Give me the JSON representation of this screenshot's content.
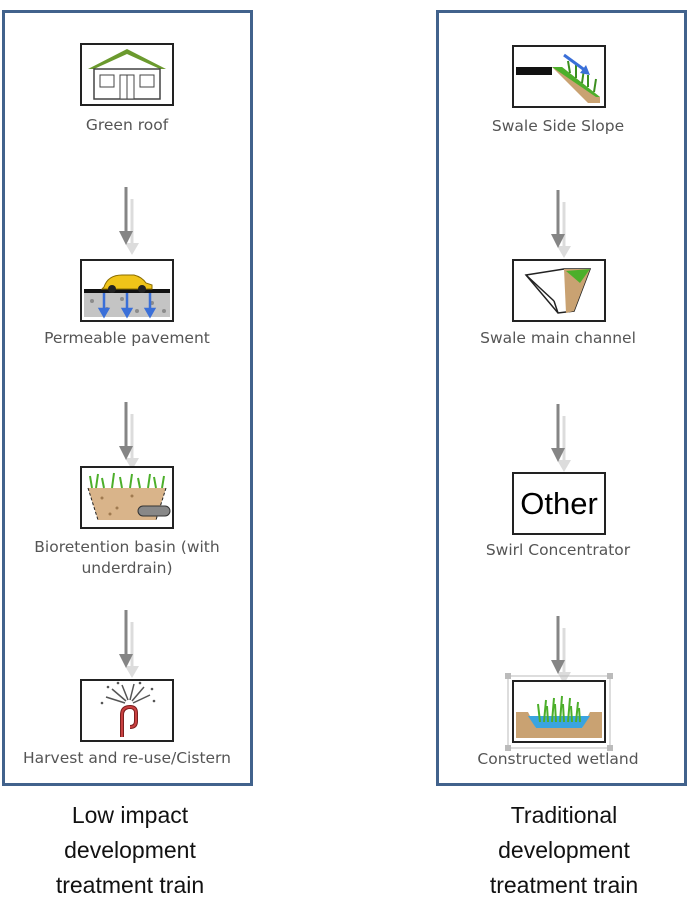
{
  "left_panel": {
    "nodes": [
      {
        "label": "Green roof",
        "icon": "green-roof-icon"
      },
      {
        "label": "Permeable pavement",
        "icon": "permeable-pavement-icon"
      },
      {
        "label_lines": [
          "Bioretention basin (with",
          "underdrain)"
        ],
        "icon": "bioretention-basin-icon"
      },
      {
        "label": "Harvest and re-use/Cistern",
        "icon": "cistern-icon"
      }
    ],
    "caption_lines": [
      "Low impact",
      "development",
      "treatment train"
    ]
  },
  "right_panel": {
    "nodes": [
      {
        "label": "Swale Side Slope",
        "icon": "swale-side-slope-icon"
      },
      {
        "label": "Swale main channel",
        "icon": "swale-channel-icon"
      },
      {
        "label": "Swirl Concentrator",
        "icon": "other-icon",
        "icon_text": "Other"
      },
      {
        "label": "Constructed wetland",
        "icon": "wetland-icon"
      }
    ],
    "caption_lines": [
      "Traditional",
      "development",
      "treatment train"
    ]
  },
  "colors": {
    "panel_border": "#41628c",
    "arrow": "#808080",
    "arrow_shadow": "#d9d9d9"
  }
}
